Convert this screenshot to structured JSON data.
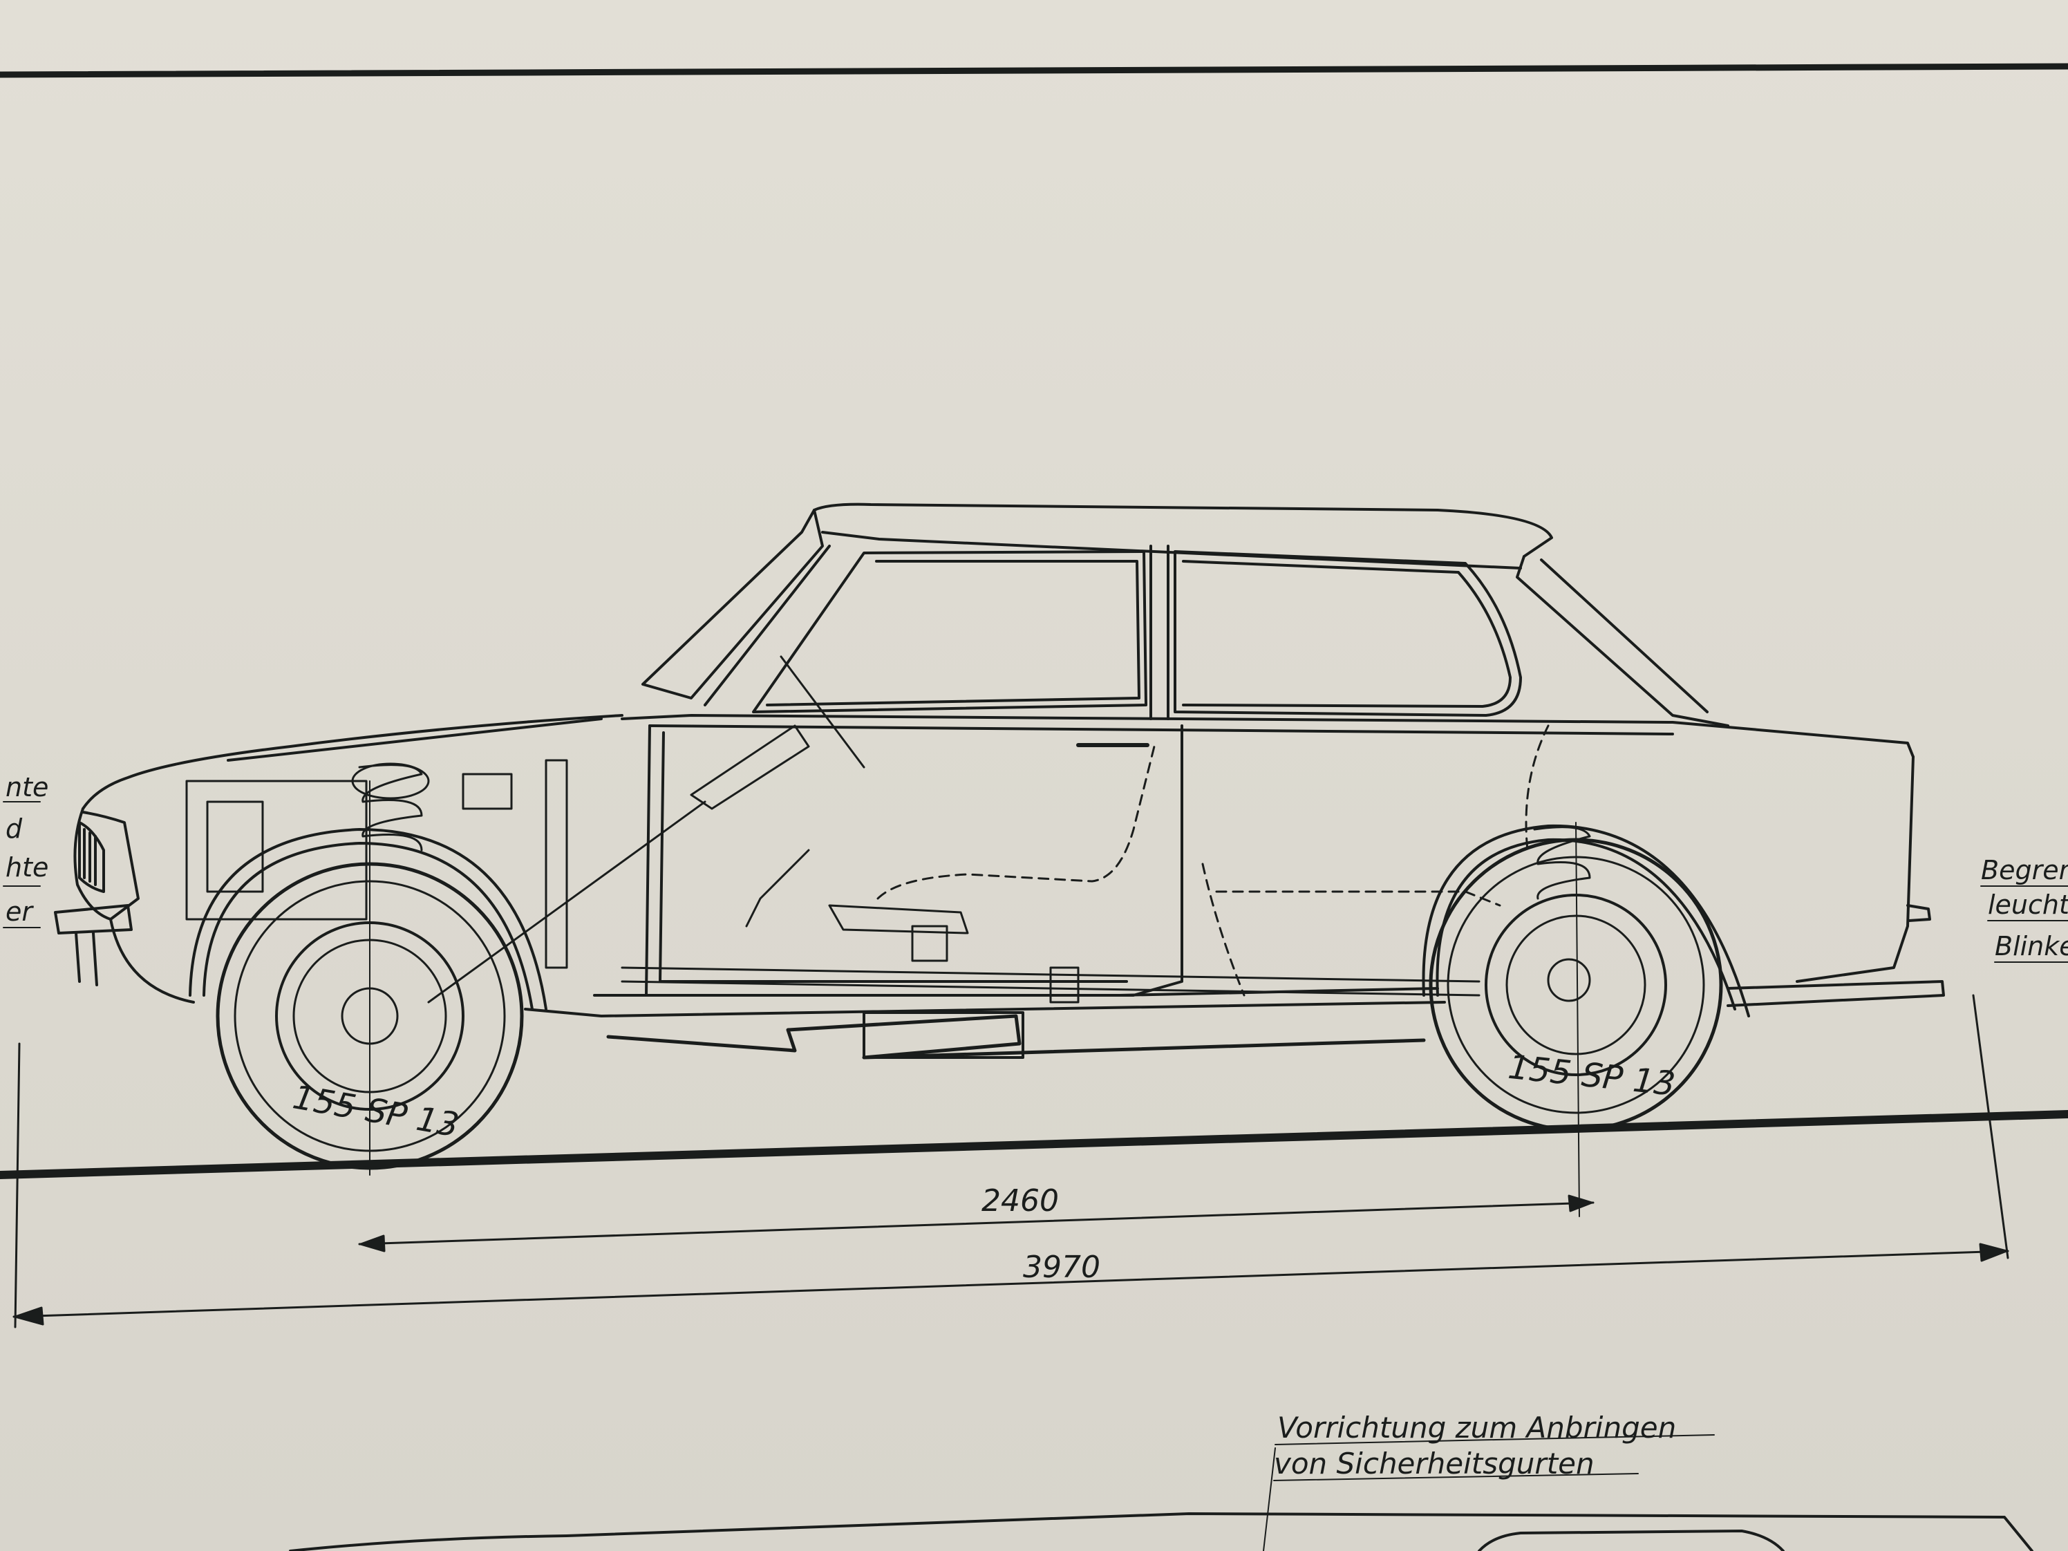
{
  "drawing": {
    "tire_front": "155 SP 13",
    "tire_rear": "155 SP 13",
    "dimensions": {
      "wheelbase": "2460",
      "overall_length": "3970"
    },
    "left_labels": [
      "nte",
      "d",
      "hte",
      "er"
    ],
    "right_labels": [
      "Begren",
      "leucht",
      "Blinke"
    ],
    "bottom_note": {
      "line1": "Vorrichtung zum Anbringen",
      "line2": "von Sicherheitsgurten"
    }
  }
}
